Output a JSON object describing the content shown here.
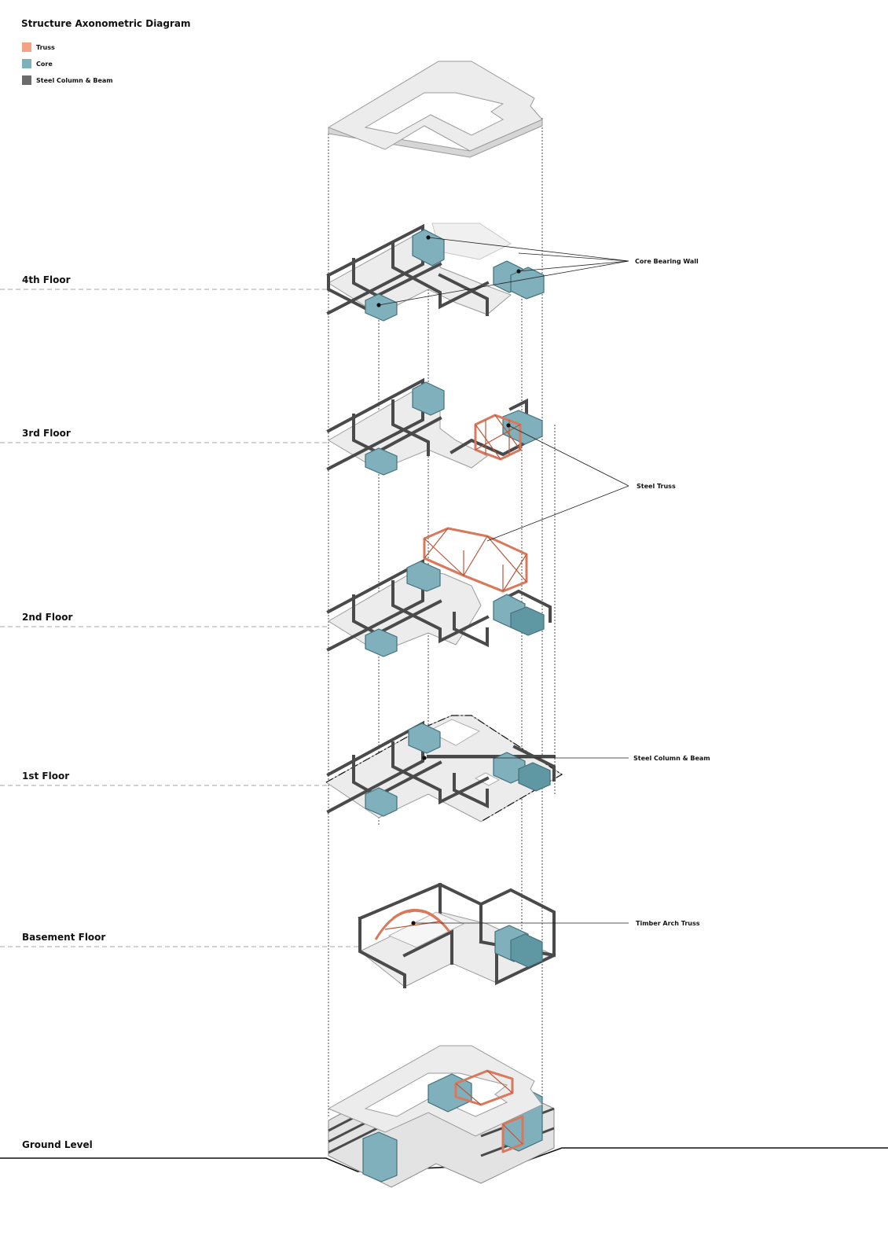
{
  "title": "Structure Axonometric Diagram",
  "legend": [
    {
      "label": "Truss",
      "color": "#f4a284"
    },
    {
      "label": "Core",
      "color": "#7fb0bb"
    },
    {
      "label": "Steel Column & Beam",
      "color": "#6b6b6b"
    }
  ],
  "levels": {
    "fourth": "4th Floor",
    "third": "3rd Floor",
    "second": "2nd Floor",
    "first": "1st Floor",
    "basement": "Basement Floor",
    "ground": "Ground Level"
  },
  "callouts": {
    "core_wall": "Core Bearing Wall",
    "steel_truss": "Steel Truss",
    "steel_column": "Steel Column & Beam",
    "timber_truss": "Timber Arch Truss"
  },
  "colors": {
    "truss": "#d9785a",
    "core": "#7fb0bb",
    "steel": "#4a4a4a",
    "slab": "#ececec"
  }
}
